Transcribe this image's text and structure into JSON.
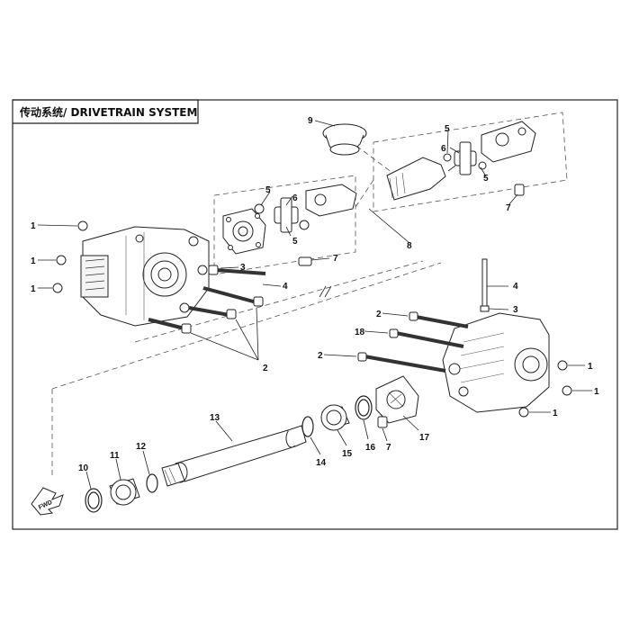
{
  "diagram": {
    "title": "传动系统/ DRIVETRAIN SYSTEM",
    "fwd_label": "FWD",
    "callouts": {
      "c9": "9",
      "c5a": "5",
      "c6a": "6",
      "c5b": "5",
      "c5c": "5",
      "c6b": "6",
      "c5d": "5",
      "c7a": "7",
      "c8": "8",
      "c1a": "1",
      "c1b": "1",
      "c1c": "1",
      "c3a": "3",
      "c7b": "7",
      "c4a": "4",
      "c2a": "2",
      "c4b": "4",
      "c2b": "2",
      "c3b": "3",
      "c18": "18",
      "c2c": "2",
      "c1d": "1",
      "c1e": "1",
      "c1f": "1",
      "c13": "13",
      "c17": "17",
      "c7c": "7",
      "c16": "16",
      "c15": "15",
      "c14": "14",
      "c12": "12",
      "c11": "11",
      "c10": "10"
    }
  }
}
